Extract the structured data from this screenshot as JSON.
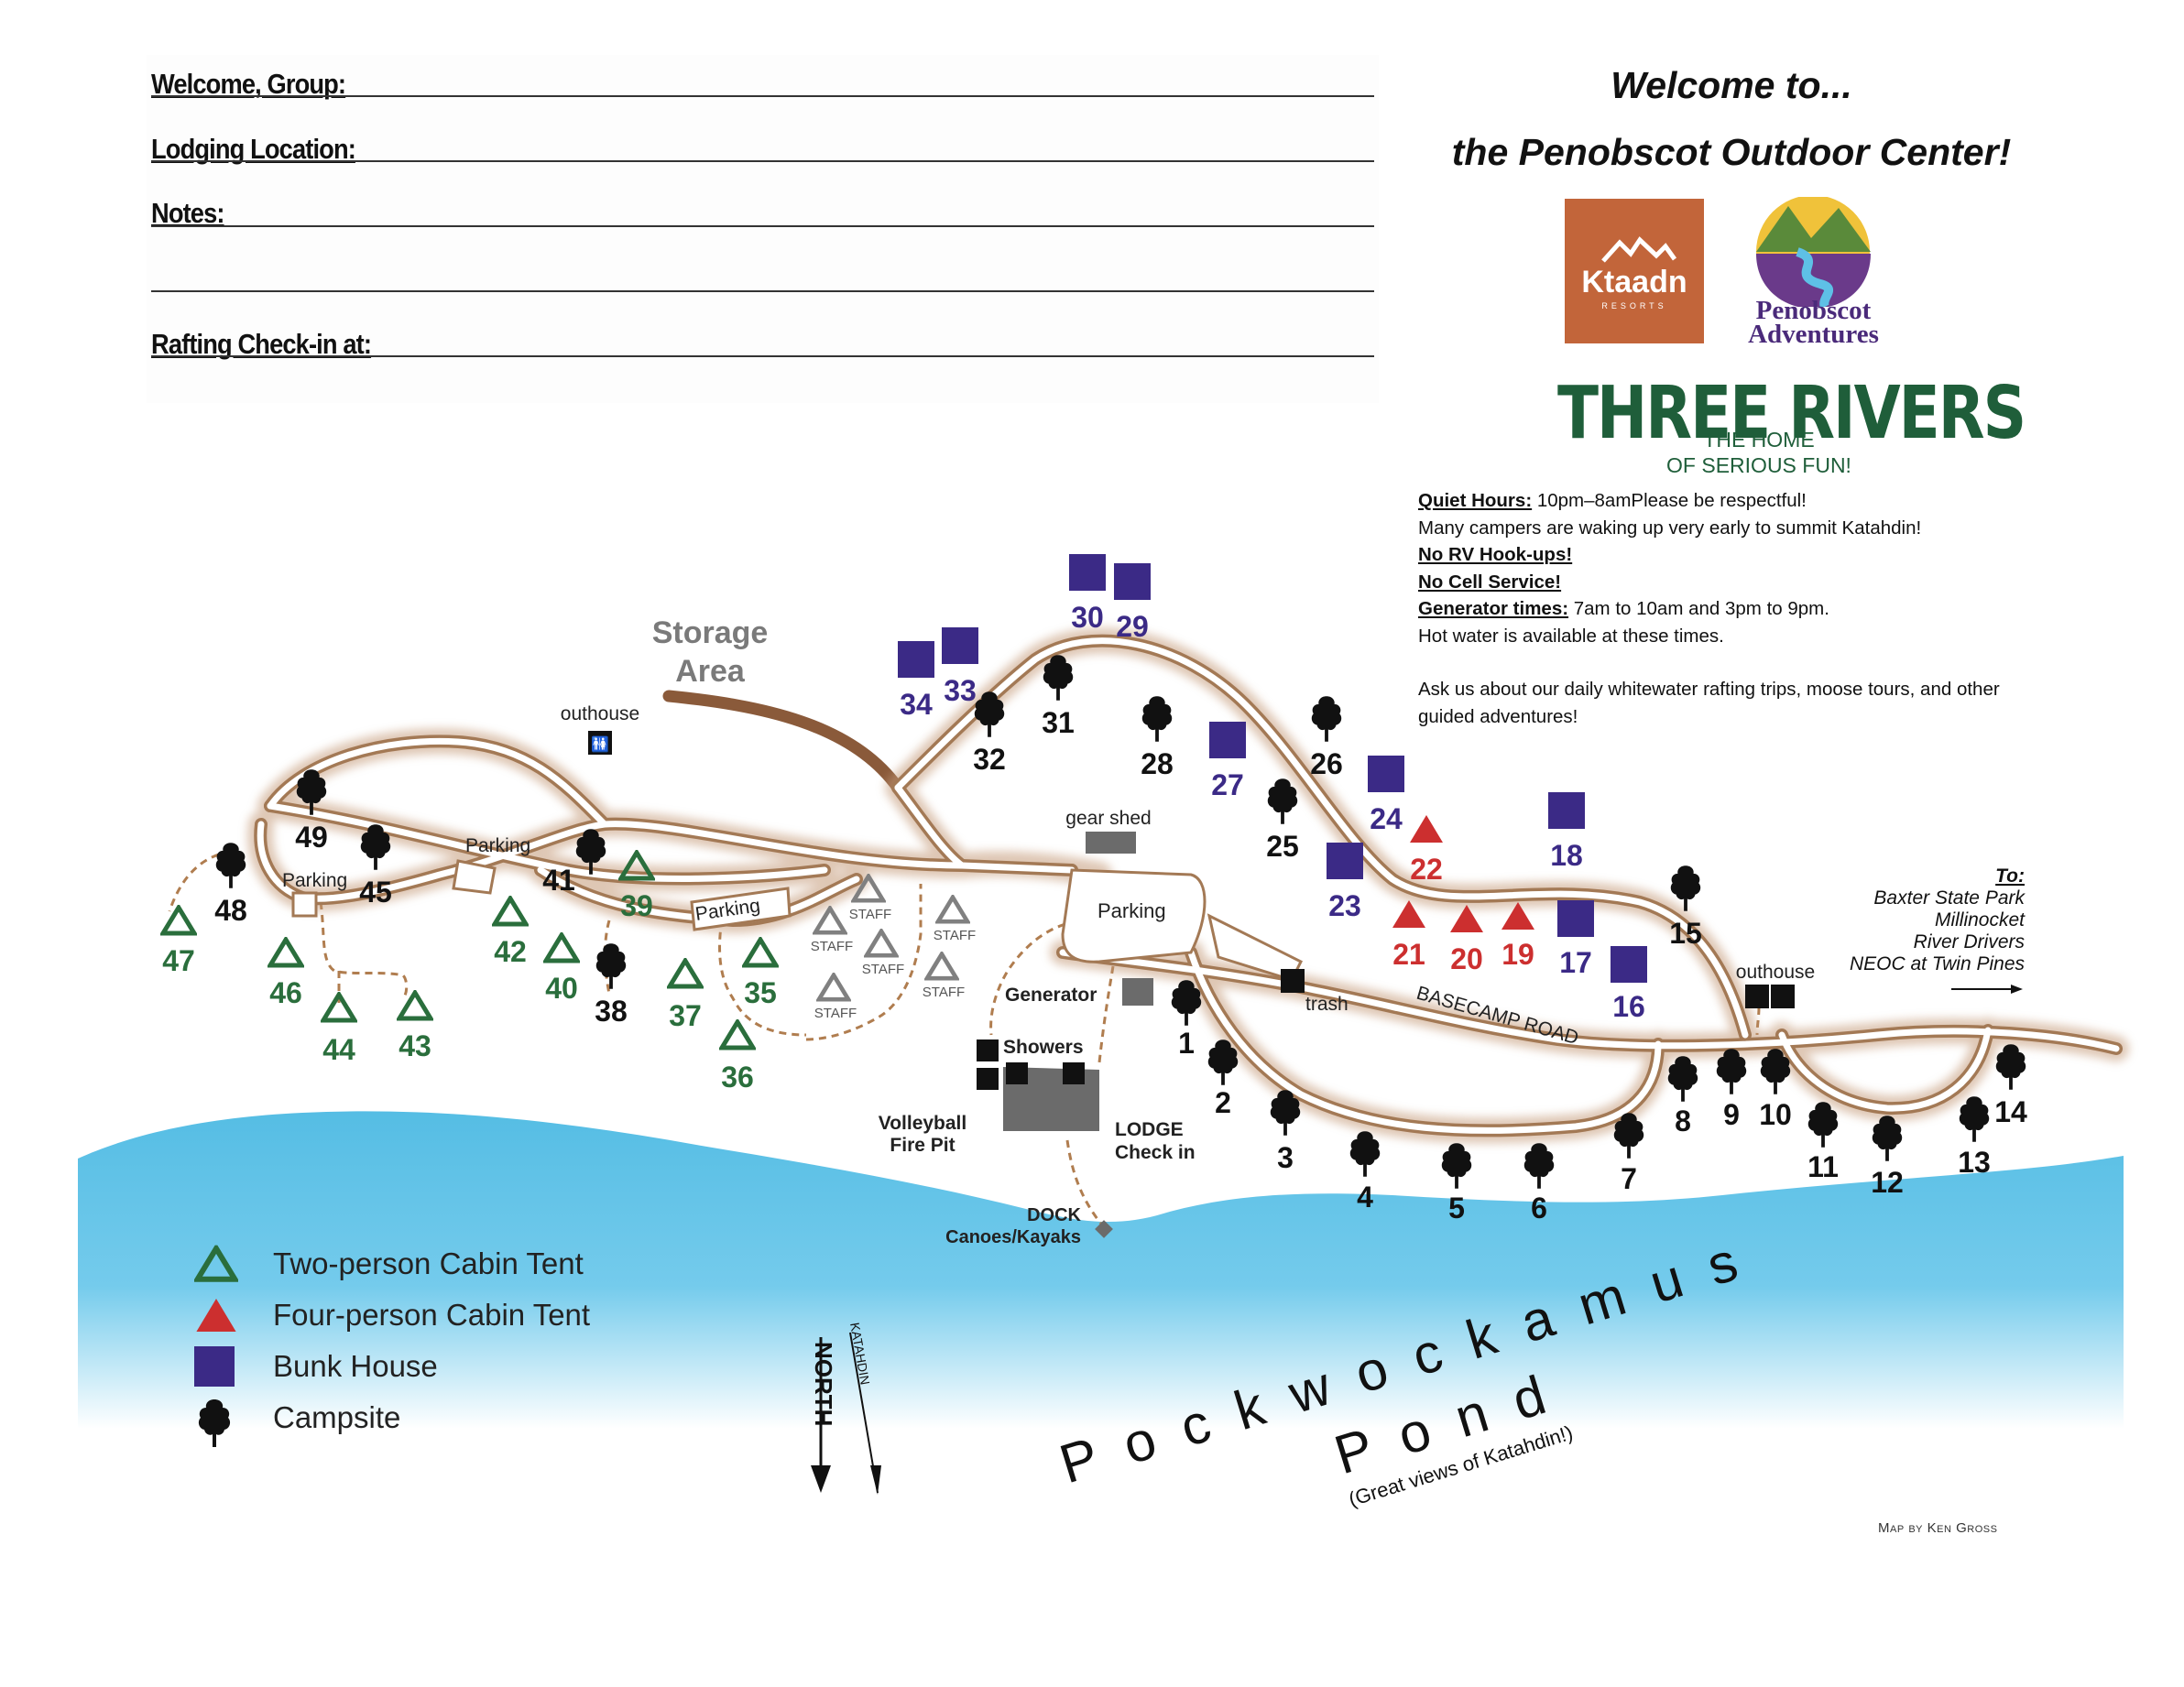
{
  "form": {
    "welcome_group": "Welcome, Group:",
    "lodging_location": "Lodging Location:",
    "notes": "Notes:",
    "rafting_checkin": "Rafting Check-in at:"
  },
  "header": {
    "line1": "Welcome to...",
    "line2": "the Penobscot Outdoor Center!"
  },
  "logos": {
    "ktaadn": {
      "name": "Ktaadn",
      "sub": "RESORTS",
      "color": "#c2653a"
    },
    "penobscot": {
      "line1": "Penobscot",
      "line2": "Adventures",
      "color": "#4a2a7a"
    },
    "three_rivers": {
      "title": "THREE RIVERS",
      "tag1": "THE HOME",
      "tag2": "OF SERIOUS FUN!",
      "color": "#1f5e3a"
    }
  },
  "info": {
    "quiet_hours_label": "Quiet Hours:",
    "quiet_hours_text": " 10pm–8amPlease be respectful!",
    "early_text": "Many campers are waking up very early to summit Katahdin!",
    "no_rv": "No RV Hook-ups!",
    "no_cell": "No Cell Service!",
    "generator_label": "Generator times:",
    "generator_text": " 7am to 10am and 3pm to 9pm.",
    "hot_water": "Hot water is available at these times.",
    "ask_text": "Ask us about our daily whitewater rafting trips, moose tours, and other guided adventures!"
  },
  "colors": {
    "tent2": "#2a6e3c",
    "tent4": "#cc2f2f",
    "bunk": "#3b2a86",
    "tree": "#111111",
    "staff": "#7f7f7f",
    "road": "#a37955",
    "water": "#5bc0e6",
    "path": "#b07d4f"
  },
  "legend": {
    "tent2": "Two-person Cabin Tent",
    "tent4": "Four-person Cabin Tent",
    "bunk": "Bunk House",
    "campsite": "Campsite"
  },
  "map_labels": {
    "storage": "Storage",
    "area": "Area",
    "outhouse": "outhouse",
    "parking": "Parking",
    "gear_shed": "gear shed",
    "generator": "Generator",
    "showers": "Showers",
    "volleyball": "Volleyball",
    "fire_pit": "Fire Pit",
    "lodge": "LODGE",
    "check_in": "Check in",
    "dock": "DOCK",
    "canoes": "Canoes/Kayaks",
    "trash": "trash",
    "basecamp_road": "BASECAMP ROAD",
    "staff": "STAFF",
    "to": "To:",
    "dest1": "Baxter State Park",
    "dest2": "Millinocket",
    "dest3": "River Drivers",
    "dest4": "NEOC at Twin Pines",
    "pond1": "Pockwockamus",
    "pond2": "Pond",
    "pond_note": "(Great views of Katahdin!)",
    "north": "NORTH",
    "katahdin": "KATAHDIN"
  },
  "credit": "Map by Ken Gross",
  "sites": {
    "campsites": [
      "1",
      "2",
      "3",
      "4",
      "5",
      "6",
      "7",
      "8",
      "9",
      "10",
      "11",
      "12",
      "13",
      "14",
      "15",
      "25",
      "26",
      "28",
      "31",
      "32",
      "38",
      "41",
      "45",
      "48",
      "49"
    ],
    "bunk_houses": [
      "16",
      "17",
      "18",
      "23",
      "24",
      "27",
      "29",
      "30",
      "33",
      "34"
    ],
    "four_person_tents": [
      "19",
      "20",
      "21",
      "22"
    ],
    "two_person_tents": [
      "35",
      "36",
      "37",
      "39",
      "40",
      "42",
      "43",
      "44",
      "46",
      "47"
    ]
  }
}
